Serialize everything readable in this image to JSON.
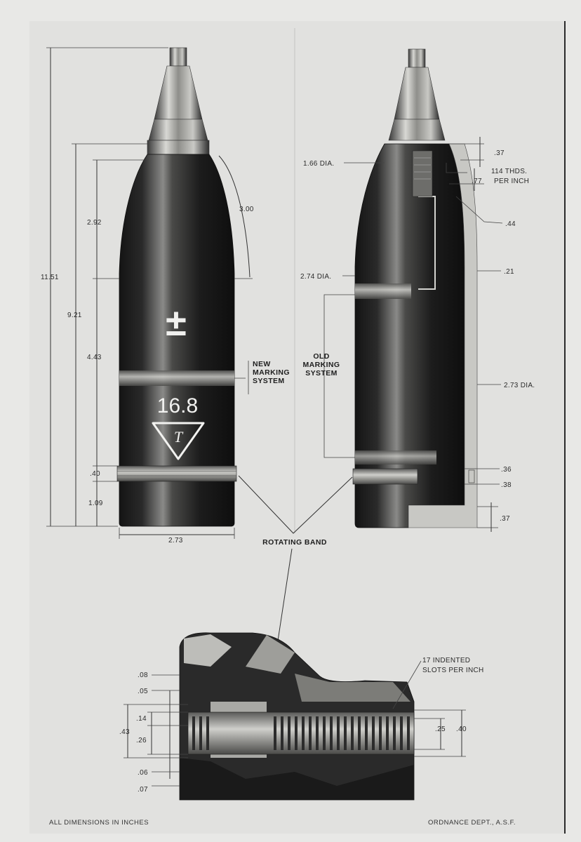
{
  "left_view": {
    "dimensions": {
      "overall_length": "11.51",
      "body_length": "9.21",
      "ogive_length": "2.92",
      "ogive_radius": "3.00",
      "cylinder_length": "4.43",
      "band_width": ".40",
      "base_length": "1.09",
      "diameter": "2.73"
    },
    "shell_markings": {
      "plus_minus": "±",
      "weight": "16.8",
      "triangle_letter": "T"
    },
    "new_marking_label": [
      "NEW",
      "MARKING",
      "SYSTEM"
    ]
  },
  "right_view": {
    "dimensions": {
      "nose_diameter": "1.66 DIA.",
      "thread_depth": ".37",
      "threads": [
        "114 THDS.",
        "PER INCH"
      ],
      "fuze_well": ".77",
      "wall_step": ".44",
      "wall_thickness": ".21",
      "bourrelet_diameter": "2.74 DIA.",
      "body_diameter": "2.73 DIA.",
      "groove_a": ".36",
      "groove_b": ".38",
      "base_thickness": ".37"
    },
    "old_marking_label": [
      "OLD",
      "MARKING",
      "SYSTEM"
    ]
  },
  "rotating_band_label": "ROTATING BAND",
  "band_detail": {
    "dimensions": {
      "d1": ".08",
      "d2": ".05",
      "d3": ".14",
      "d4": ".43",
      "d5": ".26",
      "d6": ".06",
      "d7": ".07",
      "d8": ".25",
      "d9": ".40"
    },
    "slots_label": [
      "17 INDENTED",
      "SLOTS PER INCH"
    ]
  },
  "footer": {
    "left": "ALL DIMENSIONS IN INCHES",
    "right": "ORDNANCE DEPT., A.S.F."
  }
}
